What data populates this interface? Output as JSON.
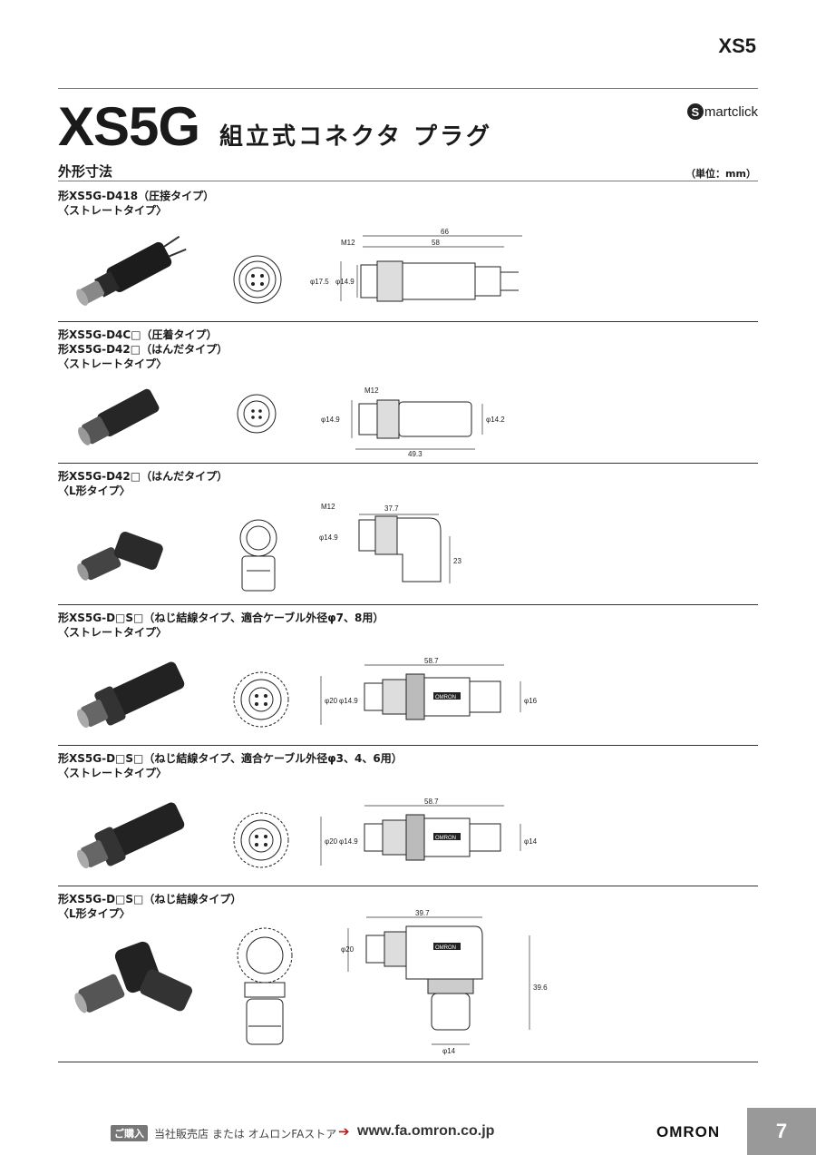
{
  "header": {
    "series_code": "XS5",
    "model": "XS5G",
    "subtitle": "組立式コネクタ プラグ",
    "brand_logo_s": "S",
    "brand_logo_rest": "martclick"
  },
  "section": {
    "heading": "外形寸法",
    "unit_note": "（単位：mm）"
  },
  "products": [
    {
      "label_lines": [
        "形XS5G-D418（圧接タイプ）",
        "〈ストレートタイプ〉"
      ],
      "dims": {
        "overall": "66",
        "body": "58",
        "thread": "M12",
        "outer_dia": "φ17.5",
        "inner_dia": "φ14.9"
      }
    },
    {
      "label_lines": [
        "形XS5G-D4C□（圧着タイプ）",
        "形XS5G-D42□（はんだタイプ）",
        "〈ストレートタイプ〉"
      ],
      "dims": {
        "thread": "M12",
        "inner_dia": "φ14.9",
        "rear_dia": "φ14.2",
        "length": "49.3"
      }
    },
    {
      "label_lines": [
        "形XS5G-D42□（はんだタイプ）",
        "〈L形タイプ〉"
      ],
      "dims": {
        "thread": "M12",
        "length": "37.7",
        "inner_dia": "φ14.9",
        "height": "23"
      }
    },
    {
      "label_lines": [
        "形XS5G-D□S□（ねじ結線タイプ、適合ケーブル外径φ7、8用）",
        "〈ストレートタイプ〉"
      ],
      "dims": {
        "length": "58.7",
        "outer_dia": "φ20",
        "inner_dia": "φ14.9",
        "rear_dia": "φ16",
        "marking": "OMRON"
      }
    },
    {
      "label_lines": [
        "形XS5G-D□S□（ねじ結線タイプ、適合ケーブル外径φ3、4、6用）",
        "〈ストレートタイプ〉"
      ],
      "dims": {
        "length": "58.7",
        "outer_dia": "φ20",
        "inner_dia": "φ14.9",
        "rear_dia": "φ14",
        "marking": "OMRON"
      }
    },
    {
      "label_lines": [
        "形XS5G-D□S□（ねじ結線タイプ）",
        "〈L形タイプ〉"
      ],
      "dims": {
        "length": "39.7",
        "outer_dia": "φ20",
        "height": "39.6",
        "bottom_dia": "φ14",
        "marking": "OMRON"
      }
    }
  ],
  "footer": {
    "purchase_badge": "ご購入",
    "purchase_text": "当社販売店 または オムロンFAストア",
    "arrow": "➔",
    "url": "www.fa.omron.co.jp",
    "brand": "OMRON",
    "page_number": "7"
  }
}
